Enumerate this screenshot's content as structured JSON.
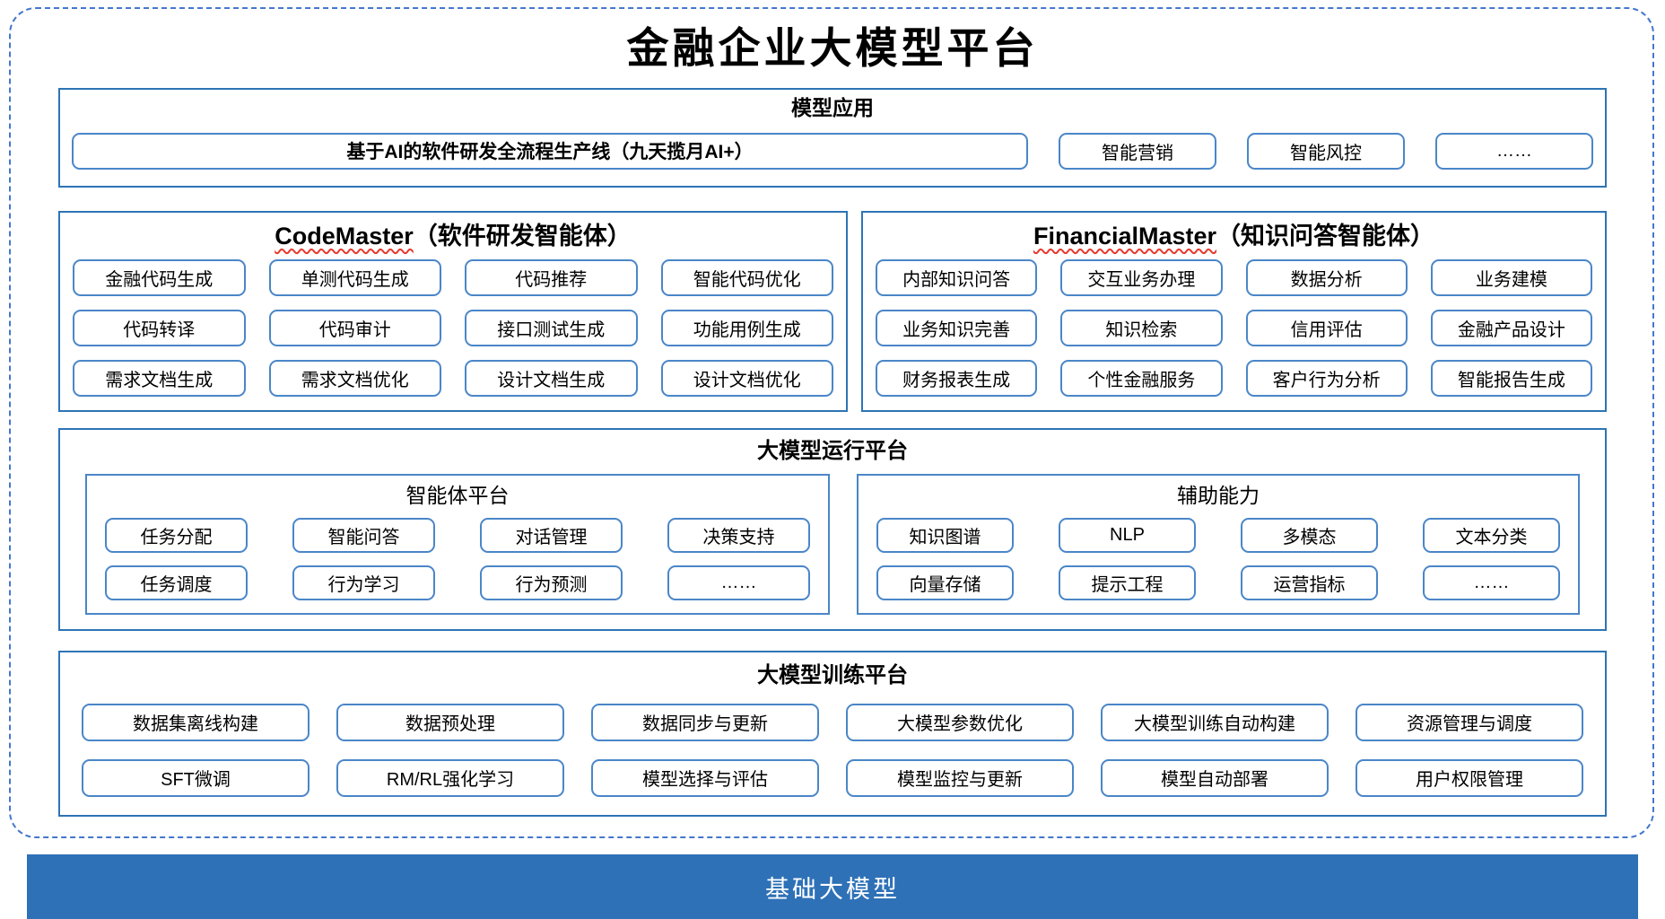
{
  "title": "金融企业大模型平台",
  "colors": {
    "line": "#2e74b5",
    "box": "#4a86c8",
    "dash": "#4477cc",
    "bar": "#2e71b7",
    "wavy": "#e8392e",
    "ink": "#000000",
    "bar_text": "#ffffff"
  },
  "model_app": {
    "header": "模型应用",
    "main_item": "基于AI的软件研发全流程生产线（九天揽月AI+）",
    "items": [
      "智能营销",
      "智能风控",
      "……"
    ]
  },
  "code_master": {
    "title_en": "CodeMaster",
    "title_suffix": "（软件研发智能体）",
    "items": [
      "金融代码生成",
      "单测代码生成",
      "代码推荐",
      "智能代码优化",
      "代码转译",
      "代码审计",
      "接口测试生成",
      "功能用例生成",
      "需求文档生成",
      "需求文档优化",
      "设计文档生成",
      "设计文档优化"
    ]
  },
  "financial_master": {
    "title_en": "FinancialMaster",
    "title_suffix": "（知识问答智能体）",
    "items": [
      "内部知识问答",
      "交互业务办理",
      "数据分析",
      "业务建模",
      "业务知识完善",
      "知识检索",
      "信用评估",
      "金融产品设计",
      "财务报表生成",
      "个性金融服务",
      "客户行为分析",
      "智能报告生成"
    ]
  },
  "runtime": {
    "header": "大模型运行平台",
    "agent_platform": {
      "title": "智能体平台",
      "items": [
        "任务分配",
        "智能问答",
        "对话管理",
        "决策支持",
        "任务调度",
        "行为学习",
        "行为预测",
        "……"
      ]
    },
    "aux": {
      "title": "辅助能力",
      "items": [
        "知识图谱",
        "NLP",
        "多模态",
        "文本分类",
        "向量存储",
        "提示工程",
        "运营指标",
        "……"
      ]
    }
  },
  "training": {
    "header": "大模型训练平台",
    "items": [
      "数据集离线构建",
      "数据预处理",
      "数据同步与更新",
      "大模型参数优化",
      "大模型训练自动构建",
      "资源管理与调度",
      "SFT微调",
      "RM/RL强化学习",
      "模型选择与评估",
      "模型监控与更新",
      "模型自动部署",
      "用户权限管理"
    ]
  },
  "base_model": {
    "label": "基础大模型"
  }
}
